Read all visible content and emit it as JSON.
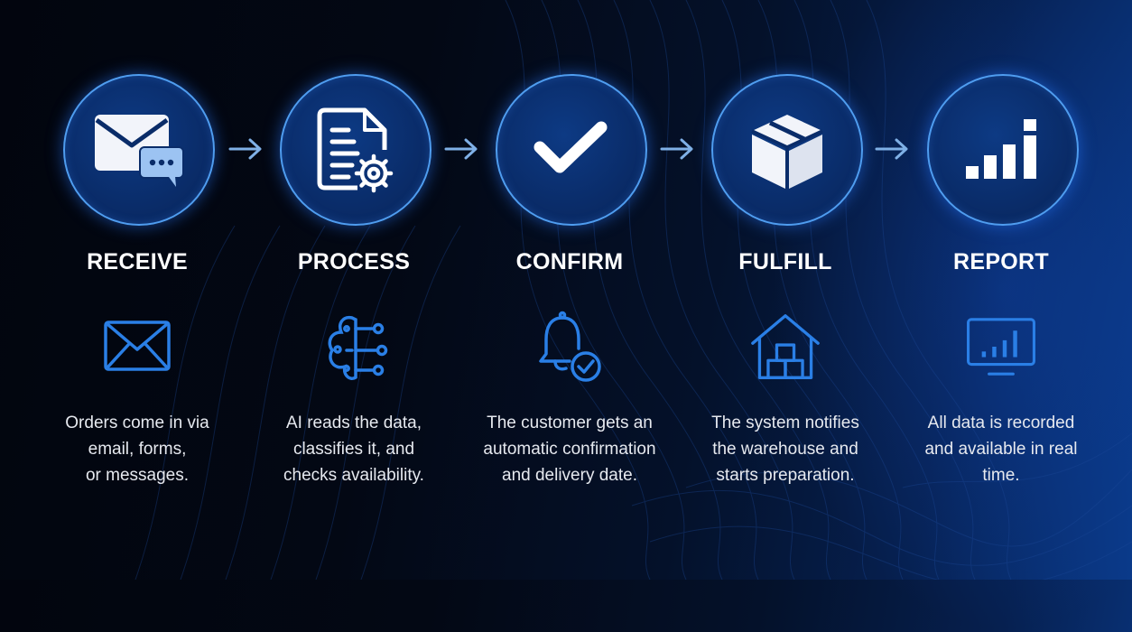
{
  "colors": {
    "background_dark": "#02050e",
    "background_blue": "#0a3a8a",
    "circle_fill": "#0a2c69",
    "circle_border": "#4f9df0",
    "arrow": "#7fb0e6",
    "outline_icon": "#2a7fe6",
    "title_text": "#ffffff",
    "desc_text": "#e6e9ef"
  },
  "steps": [
    {
      "title": "RECEIVE",
      "main_icon": "envelope-with-chat-bubble-icon",
      "sub_icon": "envelope-outline-icon",
      "description_lines": [
        "Orders come in via",
        "email, forms,",
        "or messages."
      ]
    },
    {
      "title": "PROCESS",
      "main_icon": "document-with-gear-icon",
      "sub_icon": "ai-brain-circuit-icon",
      "description_lines": [
        "AI reads the data,",
        "classifies it, and",
        "checks availability."
      ]
    },
    {
      "title": "CONFIRM",
      "main_icon": "checkmark-icon",
      "sub_icon": "bell-with-check-icon",
      "description_lines": [
        "The customer gets an",
        "automatic confirmation",
        "and delivery date."
      ]
    },
    {
      "title": "FULFILL",
      "main_icon": "box-package-icon",
      "sub_icon": "warehouse-icon",
      "description_lines": [
        "The system notifies",
        "the warehouse and",
        "starts preparation."
      ]
    },
    {
      "title": "REPORT",
      "main_icon": "bar-chart-icon",
      "sub_icon": "monitor-chart-icon",
      "description_lines": [
        "All data is recorded",
        "and available in real",
        "time."
      ]
    }
  ],
  "connectors": [
    "arrow-right-icon",
    "arrow-right-icon",
    "arrow-right-icon",
    "arrow-right-icon"
  ]
}
